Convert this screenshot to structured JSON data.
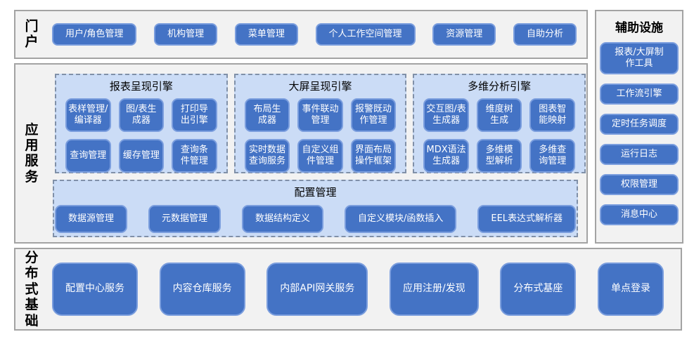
{
  "colors": {
    "button_fill": "#4473C5",
    "button_border": "#7B9EDE",
    "panel_fill": "#CBDCF6",
    "panel_dash_border": "#8090A8",
    "section_fill": "#F2F2F2",
    "section_border": "#A3A3A3",
    "button_text": "#FFFFFF",
    "label_text": "#000000"
  },
  "portal": {
    "label": "门户",
    "buttons": [
      "用户/角色管理",
      "机构管理",
      "菜单管理",
      "个人工作空间管理",
      "资源管理",
      "自助分析"
    ]
  },
  "app": {
    "label": "应用服务",
    "engines": [
      {
        "title": "报表呈现引擎",
        "buttons": [
          "表样管理/\n编译器",
          "图/表生\n成器",
          "打印导\n出引擎",
          "查询管理",
          "缓存管理",
          "查询条\n件管理"
        ]
      },
      {
        "title": "大屏呈现引擎",
        "buttons": [
          "布局生\n成器",
          "事件联动\n管理",
          "报警既动\n作管理",
          "实时数据\n查询服务",
          "自定义组\n件管理",
          "界面布局\n操作框架"
        ]
      },
      {
        "title": "多维分析引擎",
        "buttons": [
          "交互图/表\n生成器",
          "维度树\n生成",
          "图表智\n能映射",
          "MDX语法\n生成器",
          "多维模\n型解析",
          "多维查\n询管理"
        ]
      }
    ],
    "config": {
      "title": "配置管理",
      "buttons": [
        "数据源管理",
        "元数据管理",
        "数据结构定义",
        "自定义模块/函数插入",
        "EEL表达式解析器"
      ]
    }
  },
  "aux": {
    "title": "辅助设施",
    "buttons": [
      "报表/大屏制\n作工具",
      "工作流引擎",
      "定时任务调度",
      "运行日志",
      "权限管理",
      "消息中心"
    ]
  },
  "foundation": {
    "label": "分布式基础",
    "buttons": [
      "配置中心服务",
      "内容仓库服务",
      "内部API网关服务",
      "应用注册/发现",
      "分布式基座",
      "单点登录"
    ]
  }
}
